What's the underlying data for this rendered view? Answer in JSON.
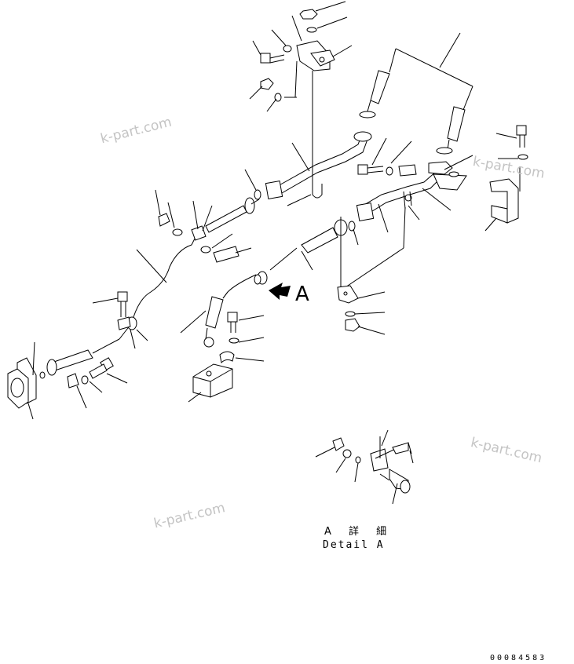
{
  "watermarks": [
    "k-part.com",
    "k-part.com",
    "k-part.com",
    "k-part.com"
  ],
  "view_label": "A",
  "detail_title_jp": "A 詳 細",
  "detail_title_en": "Detail A",
  "drawing_number": "00084583"
}
